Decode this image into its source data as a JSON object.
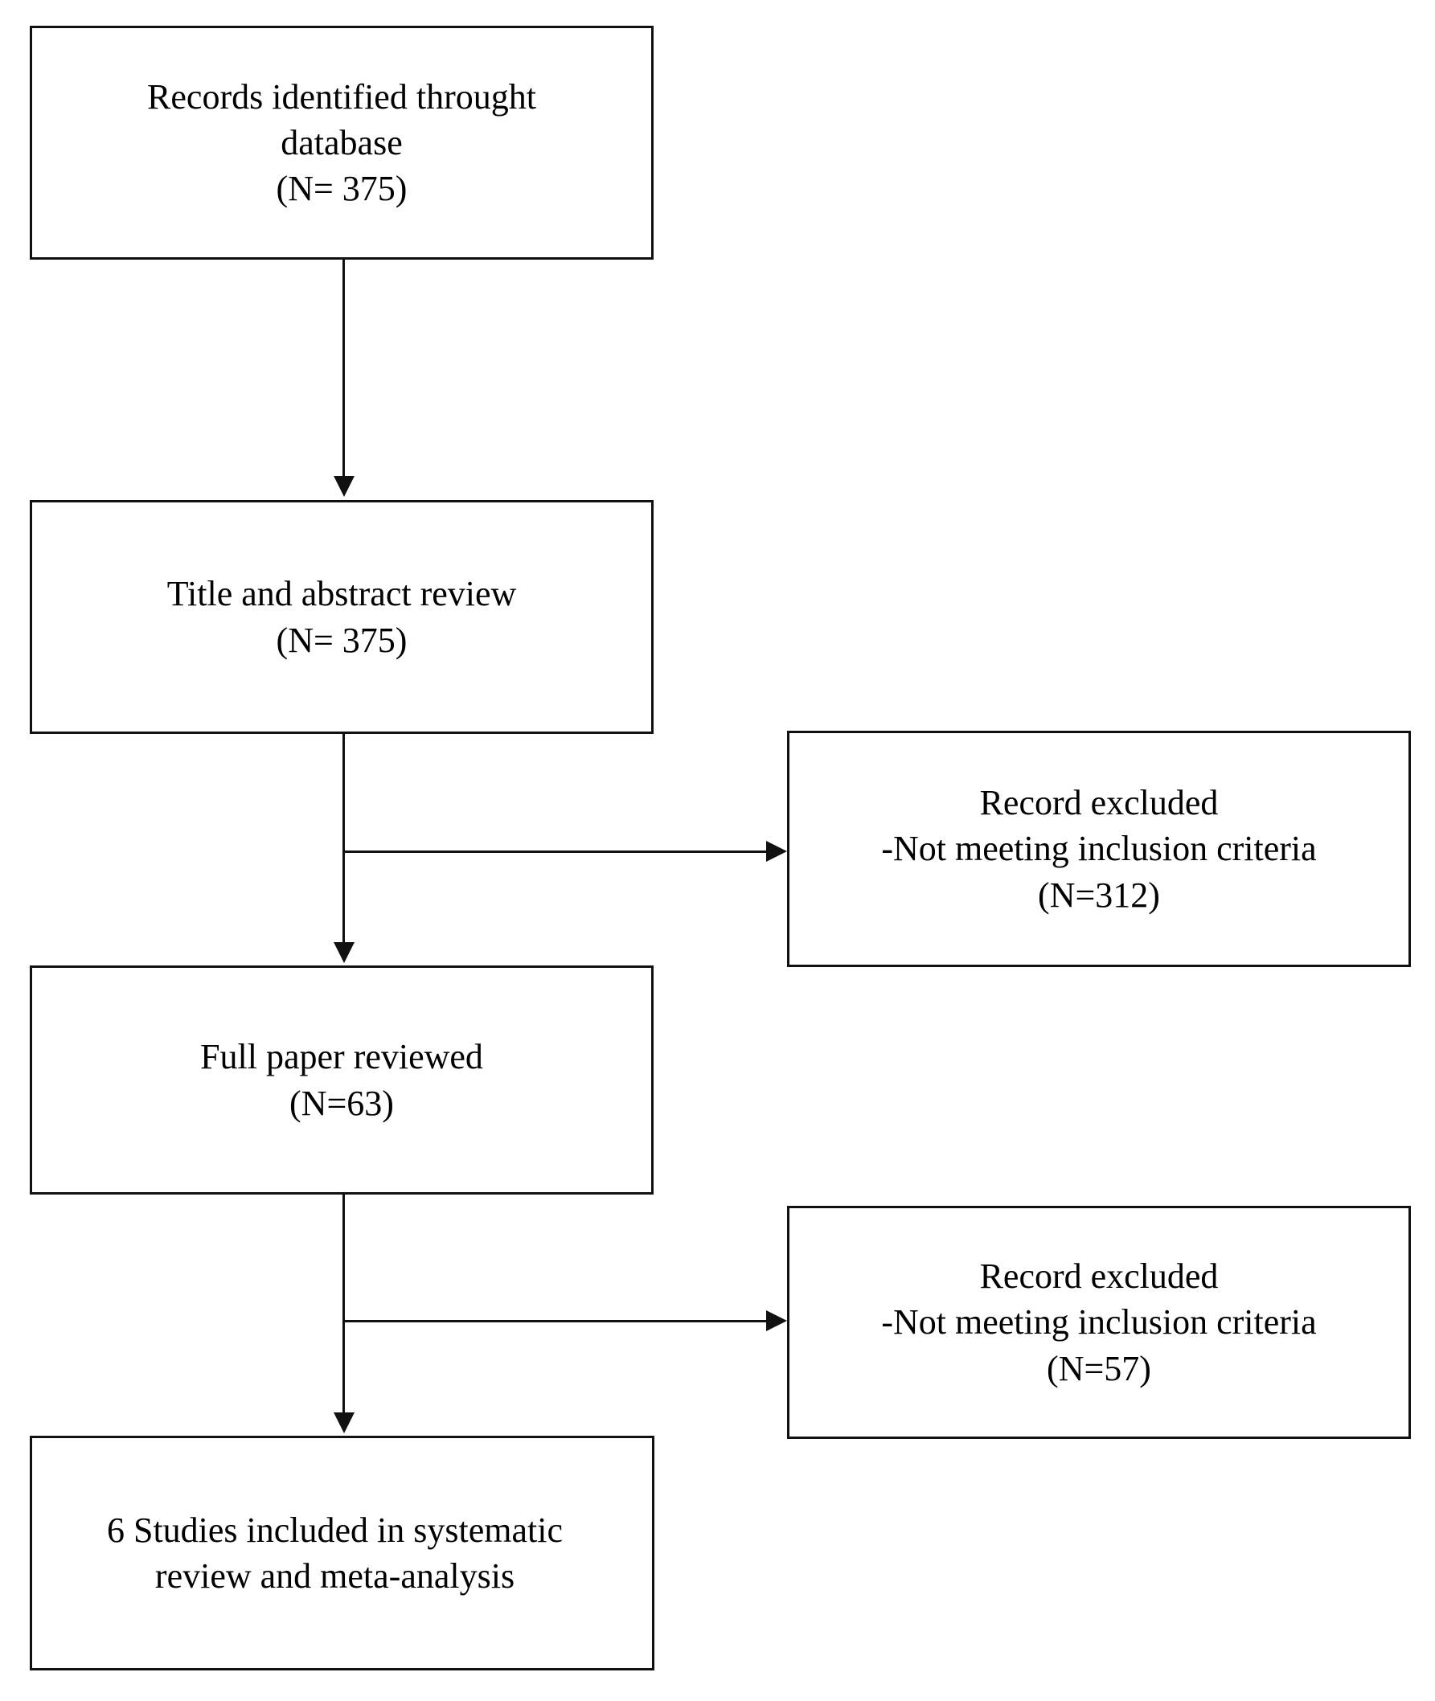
{
  "diagram": {
    "type": "prisma-flow-diagram",
    "title": "",
    "colors": {
      "box_border": "#111111",
      "box_fill": "#ffffff",
      "connector": "#111111",
      "text": "#000000",
      "background": "#ffffff"
    },
    "nodes": [
      {
        "id": "records",
        "role": "identification",
        "lines": [
          "Records identified throught",
          "database",
          "(N= 375)"
        ],
        "count_label": "(N= 375)",
        "count": 375
      },
      {
        "id": "title_abstract",
        "role": "screening",
        "lines": [
          "Title and abstract review",
          "(N= 375)"
        ],
        "count_label": "(N= 375)",
        "count": 375
      },
      {
        "id": "excluded_1",
        "role": "excluded",
        "lines": [
          "Record excluded",
          "-Not meeting inclusion criteria",
          "(N=312)"
        ],
        "count_label": "(N=312)",
        "count": 312
      },
      {
        "id": "full_paper",
        "role": "eligibility",
        "lines": [
          "Full paper reviewed",
          "(N=63)"
        ],
        "count_label": "(N=63)",
        "count": 63
      },
      {
        "id": "excluded_2",
        "role": "excluded",
        "lines": [
          "Record excluded",
          "-Not meeting inclusion criteria",
          "(N=57)"
        ],
        "count_label": "(N=57)",
        "count": 57
      },
      {
        "id": "included",
        "role": "included",
        "lines": [
          "6 Studies included in systematic",
          "review and meta-analysis"
        ],
        "count": 6
      }
    ],
    "connectors": [
      {
        "id": "records-to-title",
        "from": "records",
        "to": "title_abstract",
        "direction": "down"
      },
      {
        "id": "title-to-excluded1",
        "from": "title_abstract",
        "to": "excluded_1",
        "direction": "right"
      },
      {
        "id": "title-to-fullpaper",
        "from": "title_abstract",
        "to": "full_paper",
        "direction": "down"
      },
      {
        "id": "fullpaper-to-excluded2",
        "from": "full_paper",
        "to": "excluded_2",
        "direction": "right"
      },
      {
        "id": "fullpaper-to-included",
        "from": "full_paper",
        "to": "included",
        "direction": "down"
      }
    ]
  }
}
